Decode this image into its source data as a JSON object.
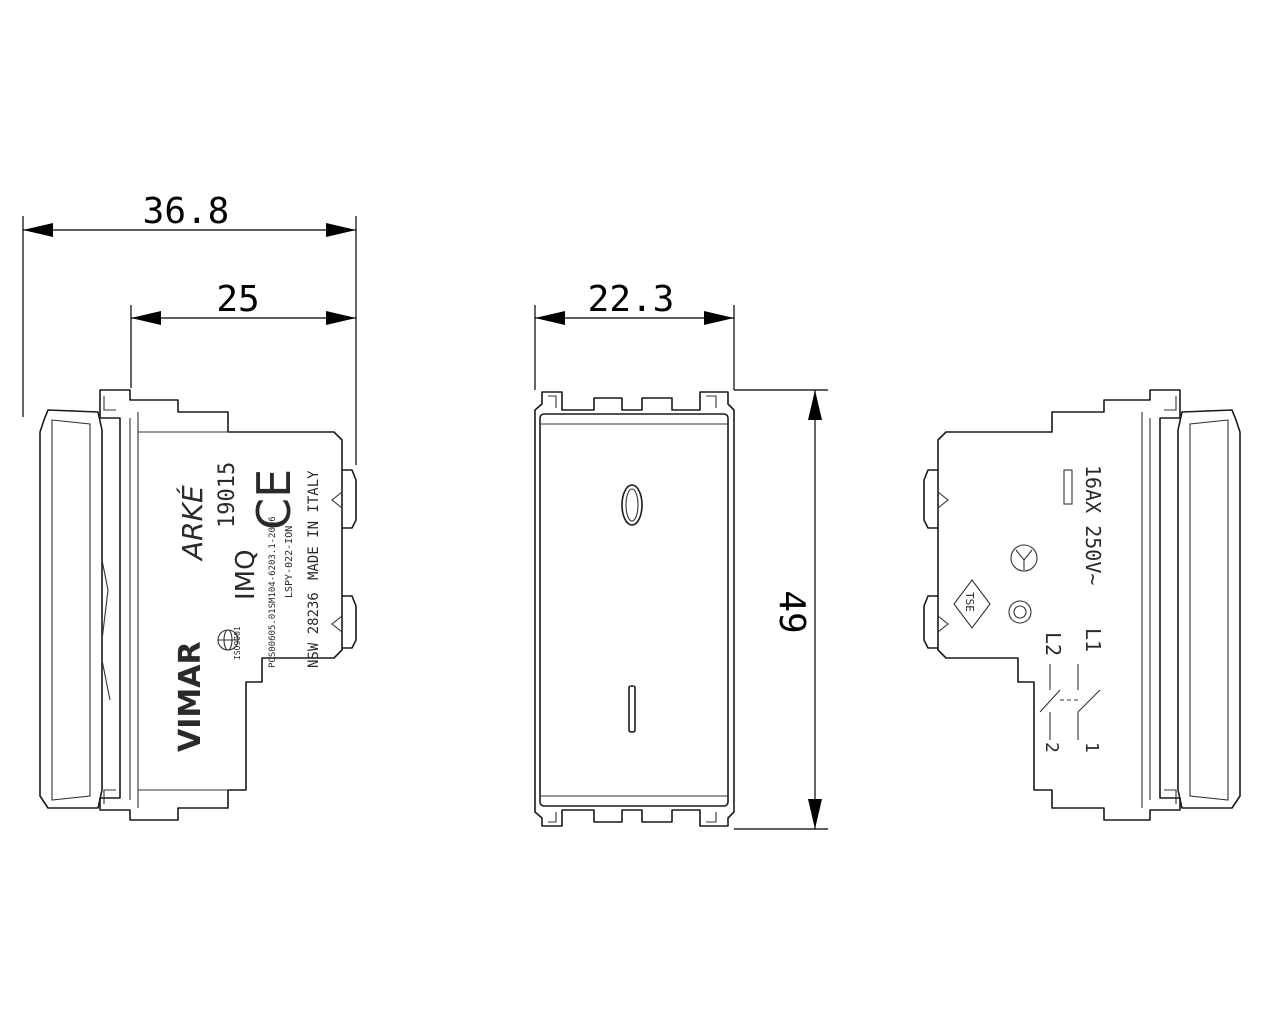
{
  "dimensions": {
    "overall_depth": "36.8",
    "body_depth": "25",
    "front_width": "22.3",
    "height": "49"
  },
  "left_view": {
    "brand": "VIMAR",
    "series": "ARKÉ",
    "code": "19015",
    "ce_mark": "CE",
    "imq": "IMQ",
    "standard_1": "PCS00605.01SM104-6203.1-2006",
    "standard_2": "LSPY-022-ION",
    "serial": "NSW 28236",
    "origin": "MADE IN ITALY",
    "cert_text": "ISO9001"
  },
  "front_view": {
    "off_symbol": "O",
    "on_symbol": "I"
  },
  "right_view": {
    "rating": "16AX 250V~",
    "terminal_l1": "L1",
    "terminal_l2": "L2",
    "terminal_1": "1",
    "terminal_2": "2",
    "tse": "TSE"
  }
}
